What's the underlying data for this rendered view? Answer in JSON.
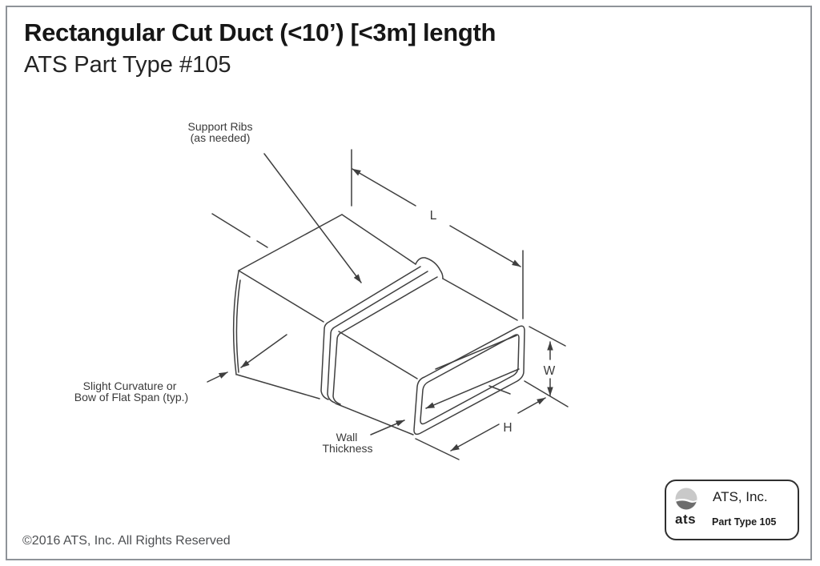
{
  "page": {
    "title": "Rectangular Cut Duct (<10’) [<3m] length",
    "subtitle": "ATS Part Type #105",
    "copyright": "©2016 ATS, Inc. All Rights Reserved"
  },
  "diagram": {
    "support_ribs": [
      "Support Ribs",
      "(as needed)"
    ],
    "curvature": [
      "Slight Curvature or",
      "Bow of Flat Span (typ.)"
    ],
    "wall_thickness": [
      "Wall",
      "Thickness"
    ],
    "dim_length": "L",
    "dim_width": "W",
    "dim_height": "H"
  },
  "logo_box": {
    "logo_text": "ats",
    "company": "ATS, Inc.",
    "part_type": "Part Type 105"
  },
  "colors": {
    "line": "#3f3f3f",
    "frame_border": "#8f9399"
  }
}
